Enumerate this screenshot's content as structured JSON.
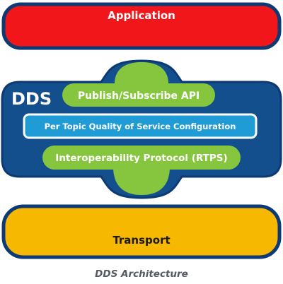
{
  "diagram": {
    "application_label": "Application",
    "dds_label": "DDS",
    "pubsub_label": "Publish/Subscribe API",
    "qos_label": "Per Topic Quality of Service Configuration",
    "rtps_label": "Interoperability Protocol (RTPS)",
    "transport_label": "Transport"
  },
  "caption": "DDS Architecture",
  "colors": {
    "outline": "#0d3a73",
    "application_fill": "#f0161a",
    "dds_fill": "#134f8c",
    "green_fill": "#86c63f",
    "qos_fill": "#1f9bd6",
    "transport_fill": "#f6b800",
    "caption_text": "#555a62"
  }
}
